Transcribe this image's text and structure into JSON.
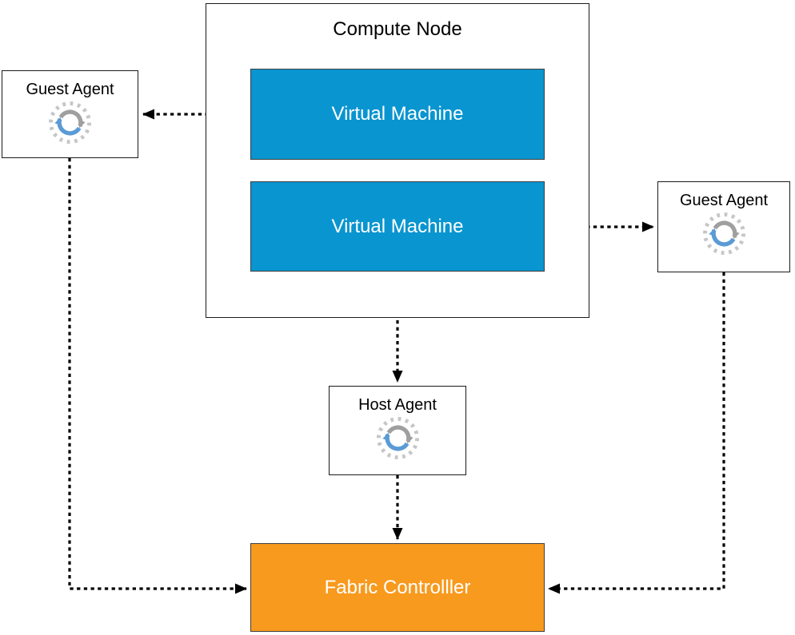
{
  "nodes": {
    "compute_node": {
      "label": "Compute Node"
    },
    "vm_top": {
      "label": "Virtual Machine"
    },
    "vm_bottom": {
      "label": "Virtual Machine"
    },
    "guest_agent_left": {
      "label": "Guest Agent",
      "icon": "sync-icon"
    },
    "guest_agent_right": {
      "label": "Guest Agent",
      "icon": "sync-icon"
    },
    "host_agent": {
      "label": "Host Agent",
      "icon": "sync-icon"
    },
    "fabric_controller": {
      "label": "Fabric Controlller"
    }
  },
  "connectors": [
    {
      "from": "vm_top",
      "to": "guest_agent_left",
      "style": "dashed",
      "arrow": "into-guest-agent-left"
    },
    {
      "from": "vm_bottom",
      "to": "guest_agent_right",
      "style": "dashed",
      "arrow": "into-guest-agent-right"
    },
    {
      "from": "vm_bottom",
      "to": "host_agent",
      "style": "dashed",
      "arrow": "into-host-agent"
    },
    {
      "from": "host_agent",
      "to": "fabric_controller",
      "style": "dashed",
      "arrow": "into-fabric-controller-top"
    },
    {
      "from": "guest_agent_left",
      "to": "fabric_controller",
      "style": "dashed",
      "arrow": "into-fabric-controller-left"
    },
    {
      "from": "guest_agent_right",
      "to": "fabric_controller",
      "style": "dashed",
      "arrow": "into-fabric-controller-right"
    }
  ],
  "colors": {
    "vm_fill": "#0995d0",
    "fabric_fill": "#f89a1e",
    "icon_arrow_blue": "#5b9bd5",
    "icon_arrow_gray": "#9f9f9f",
    "icon_ring_gray": "#c6c6c6",
    "connector_color": "#000000"
  }
}
